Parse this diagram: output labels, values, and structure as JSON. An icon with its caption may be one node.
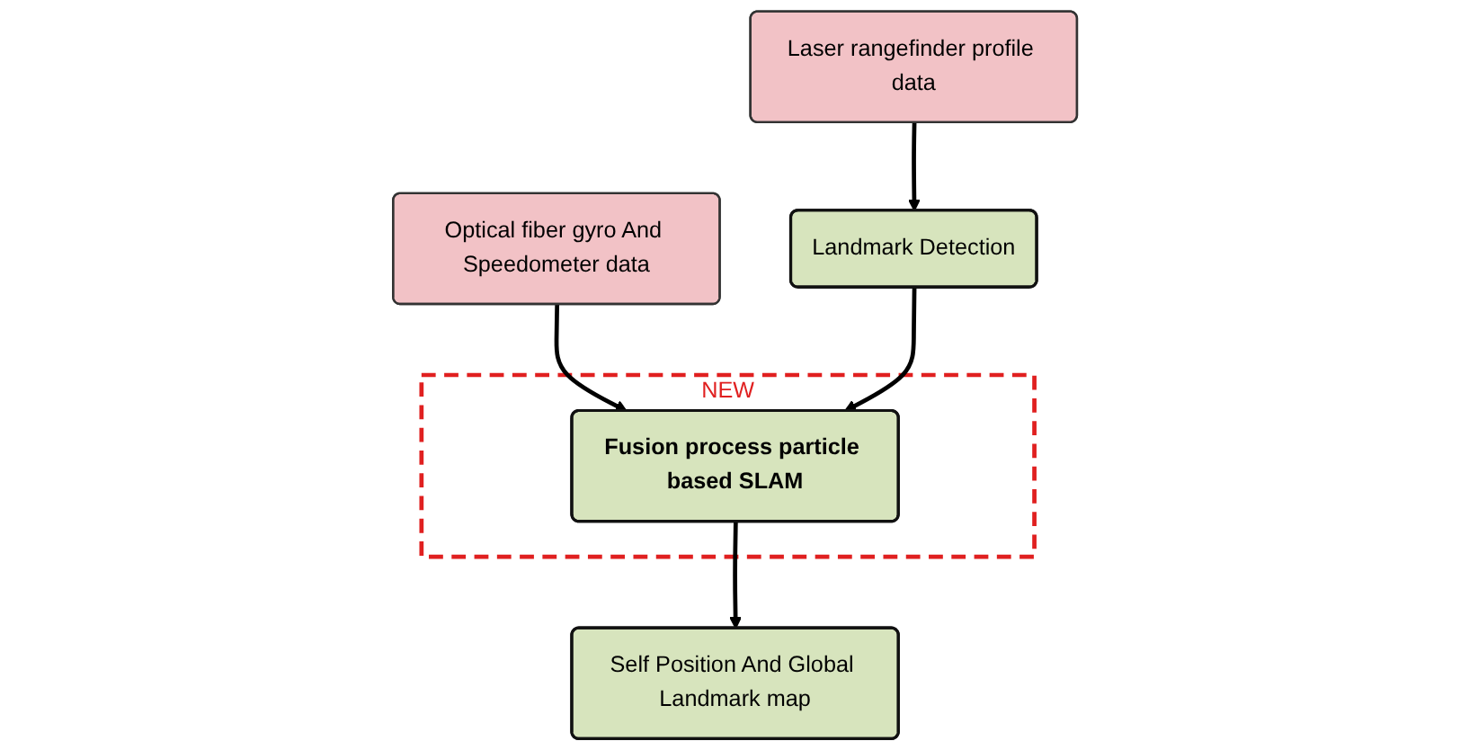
{
  "diagram": {
    "nodes": [
      {
        "text": [
          "Laser rangefinder profile data"
        ]
      },
      {
        "text": [
          "Optical fiber gyro And Speedometer data"
        ]
      },
      {
        "text": [
          "Landmark Detection"
        ]
      },
      {
        "text": [
          "NEW"
        ]
      },
      {
        "text": [
          "Fusion process particle based SLAM"
        ],
        "in": 3
      },
      {
        "text": [
          "Self Position And Global Landmark map"
        ]
      }
    ],
    "edges": [
      {
        "from": 0,
        "to": 2,
        "arrow": "to"
      },
      {
        "from": 1,
        "to": 4,
        "arrow": "to"
      },
      {
        "from": 2,
        "to": 4,
        "arrow": "to"
      },
      {
        "from": 4,
        "to": 5,
        "arrow": "to"
      }
    ]
  }
}
